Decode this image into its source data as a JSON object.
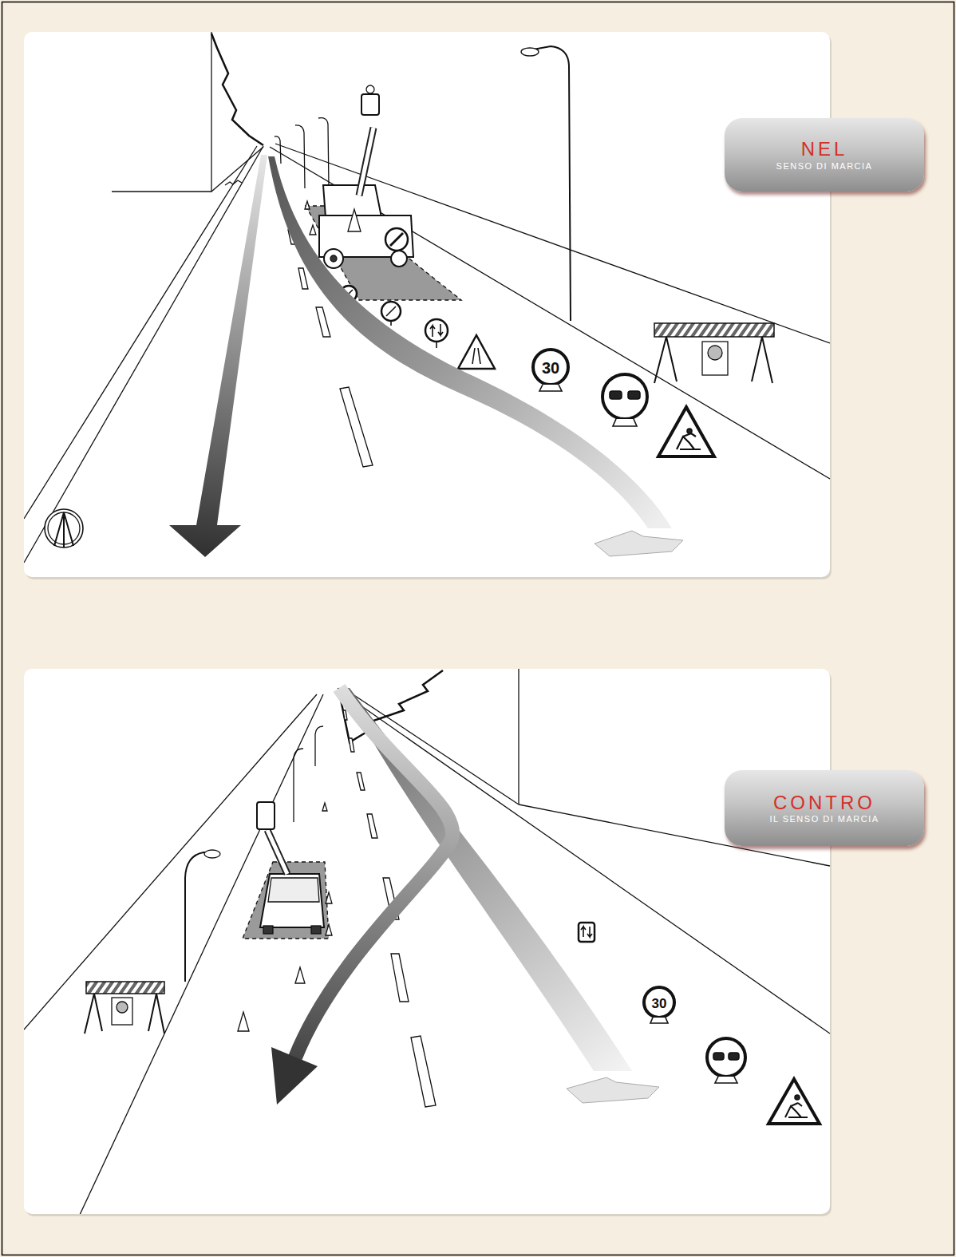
{
  "diagram": {
    "nodes": [
      {
        "text": [
          "NEL",
          "SENSO DI MARCIA"
        ]
      },
      {
        "text": [
          "CONTRO",
          "IL SENSO DI MARCIA"
        ]
      }
    ],
    "labels": [
      "30",
      "30"
    ]
  }
}
